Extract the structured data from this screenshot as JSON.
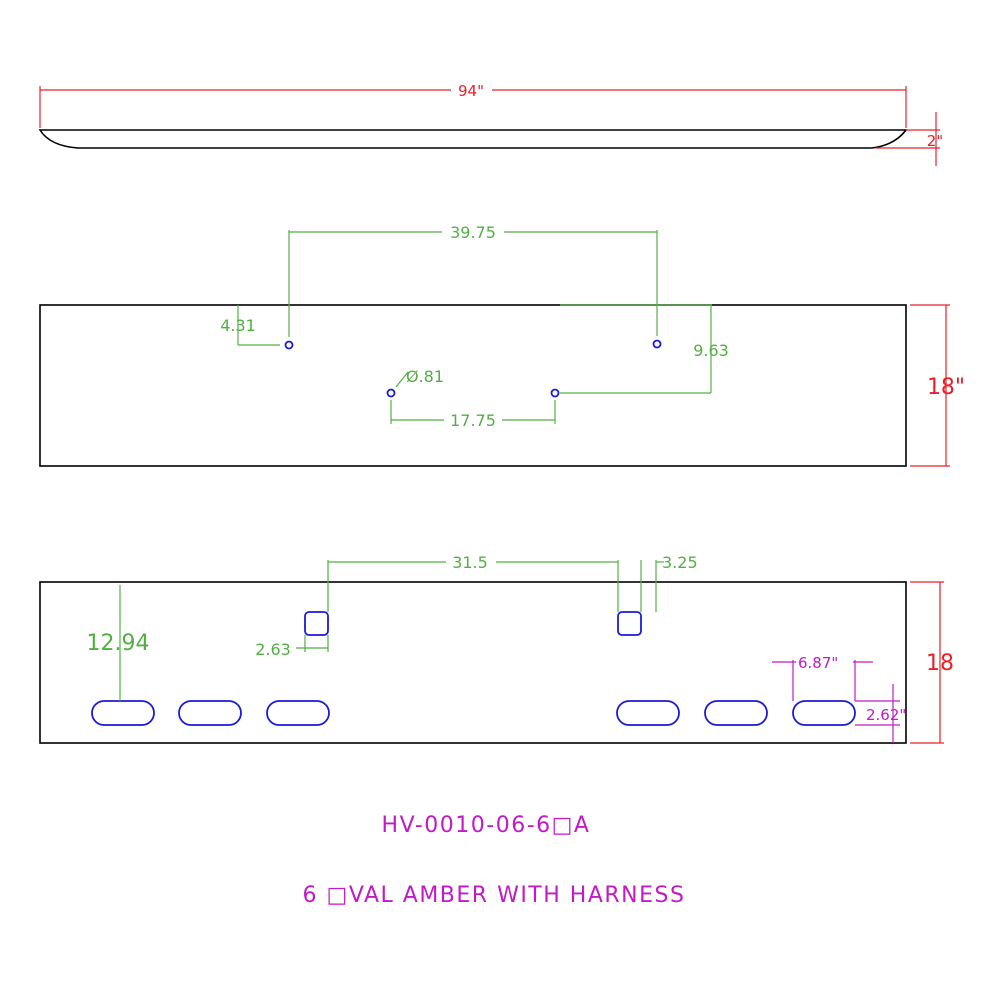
{
  "top_view": {
    "width_label": "94\"",
    "height_label": "2\""
  },
  "middle_view": {
    "height_label": "18\"",
    "dims": {
      "top_span": "39.75",
      "left_vertical": "4.31",
      "right_vertical": "9.63",
      "hole_diameter": "Ø.81",
      "bottom_span": "17.75"
    }
  },
  "bottom_view": {
    "height_label": "18",
    "dims": {
      "top_span": "31.5",
      "right_offset": "3.25",
      "left_vertical": "12.94",
      "left_offset": "2.63",
      "oval_width": "6.87\"",
      "oval_height": "2.62\""
    }
  },
  "part_number": "HV-0010-06-6□A",
  "description": "6 □VAL AMBER WITH HARNESS",
  "colors": {
    "outline": "#000000",
    "dimension_red": "#e8202a",
    "dimension_green": "#52b043",
    "dimension_magenta": "#c21ac4",
    "holes_blue": "#1a1ad8"
  }
}
